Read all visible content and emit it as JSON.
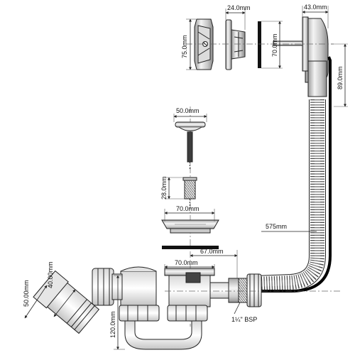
{
  "diagram": {
    "dimensions": {
      "overflow_depth": "24.0mm",
      "overflow_face_width": "43.0mm",
      "overflow_plate_height": "75.0mm",
      "overflow_gasket_height": "70.0mm",
      "overflow_drop": "89.0mm",
      "plug_diameter": "50.0mm",
      "chain_length": "28.0mm",
      "waste_flange_diameter": "70.0mm",
      "waste_offset": "67.0mm",
      "trap_body_width": "70.0mm",
      "hose_length": "575mm",
      "thread_size": "1¼\" BSP",
      "trap_depth": "120.0mm",
      "outlet_outer_diameter": "50.00mm",
      "outlet_inner_diameter": "40.00mm"
    },
    "colors": {
      "line": "#222222",
      "metal_light": "#e8e8e8",
      "metal_dark": "#9a9a9a",
      "gasket": "#111111",
      "hose": "#333333"
    }
  }
}
